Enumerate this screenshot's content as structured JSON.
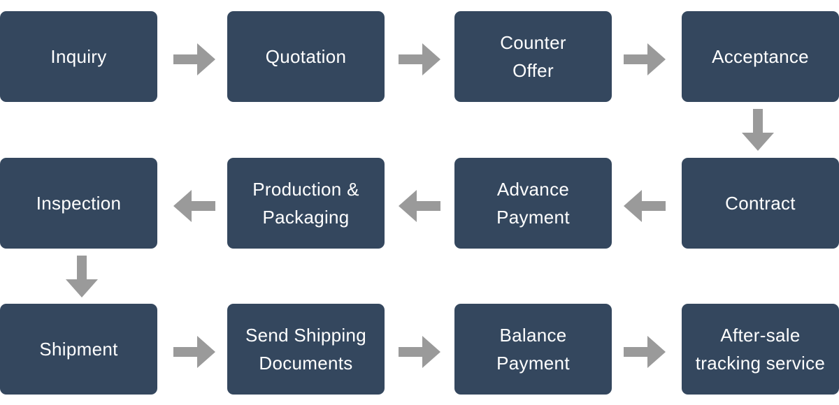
{
  "flow": {
    "steps": [
      {
        "label": "Inquiry"
      },
      {
        "label": "Quotation"
      },
      {
        "label": "Counter\nOffer"
      },
      {
        "label": "Acceptance"
      },
      {
        "label": "Contract"
      },
      {
        "label": "Advance\nPayment"
      },
      {
        "label": "Production &\nPackaging"
      },
      {
        "label": "Inspection"
      },
      {
        "label": "Shipment"
      },
      {
        "label": "Send Shipping\nDocuments"
      },
      {
        "label": "Balance\nPayment"
      },
      {
        "label": "After-sale\ntracking service"
      }
    ]
  },
  "colors": {
    "box": "#34475e",
    "text": "#ffffff",
    "arrow": "#9a9a9a"
  },
  "icons": {
    "arrow": "arrow-icon"
  }
}
